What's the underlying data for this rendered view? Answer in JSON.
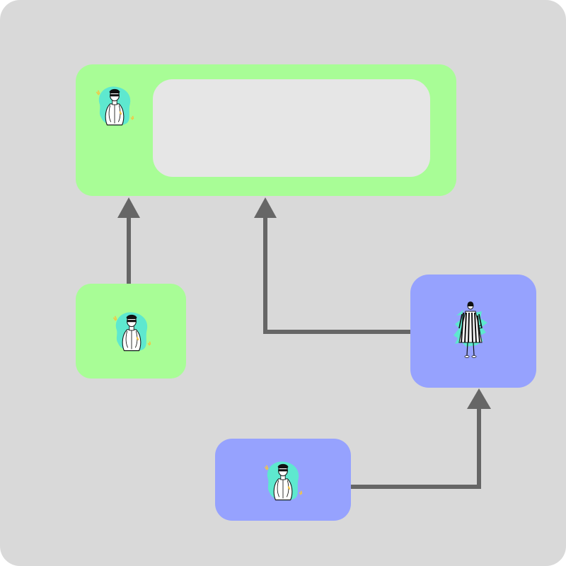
{
  "diagram": {
    "nodes": [
      {
        "id": "main",
        "kind": "container",
        "fill": "#a8fd96",
        "icon": "person-white-coat-icon",
        "panel_fill": "#e6e6e6"
      },
      {
        "id": "small-green",
        "kind": "node",
        "fill": "#a8fd96",
        "icon": "person-white-coat-icon"
      },
      {
        "id": "right-blue",
        "kind": "node",
        "fill": "#96a2fe",
        "icon": "person-striped-dress-icon"
      },
      {
        "id": "bottom-blue",
        "kind": "node",
        "fill": "#96a2fe",
        "icon": "person-white-coat-icon"
      }
    ],
    "edges": [
      {
        "from": "small-green",
        "to": "main"
      },
      {
        "from": "right-blue",
        "to": "main"
      },
      {
        "from": "bottom-blue",
        "to": "right-blue"
      }
    ],
    "colors": {
      "background": "#d9d9d9",
      "edge": "#666666",
      "icon_blob": "#5ee8cf",
      "icon_accent": "#f5c542"
    }
  }
}
